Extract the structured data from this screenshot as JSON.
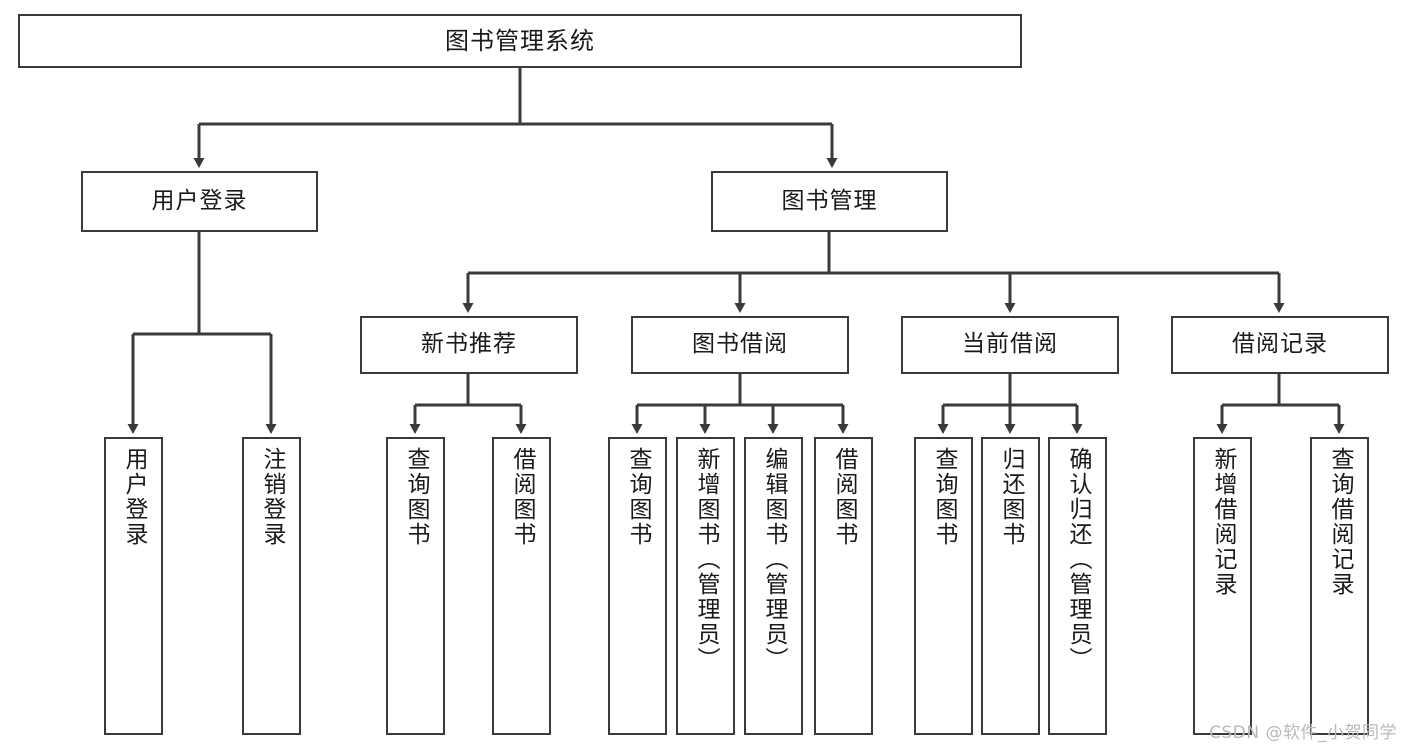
{
  "diagram": {
    "title": "图书管理系统",
    "type": "hierarchy-tree",
    "watermark": "CSDN @软件_小贺同学",
    "colors": {
      "box_border": "#3a3a3a",
      "box_fill": "#ffffff",
      "connector": "#3a3a3a",
      "text": "#1a1a1a",
      "watermark": "#b9b9b9"
    },
    "root": {
      "label": "图书管理系统"
    },
    "level2": [
      {
        "label": "用户登录"
      },
      {
        "label": "图书管理"
      }
    ],
    "level3": [
      {
        "label": "新书推荐"
      },
      {
        "label": "图书借阅"
      },
      {
        "label": "当前借阅"
      },
      {
        "label": "借阅记录"
      }
    ],
    "leaves": {
      "user_login": [
        {
          "label": "用户登录"
        },
        {
          "label": "注销登录"
        }
      ],
      "new_book_recommend": [
        {
          "label": "查询图书"
        },
        {
          "label": "借阅图书"
        }
      ],
      "book_borrow": [
        {
          "label": "查询图书"
        },
        {
          "label": "新增图书（管理员）"
        },
        {
          "label": "编辑图书（管理员）"
        },
        {
          "label": "借阅图书"
        }
      ],
      "current_borrow": [
        {
          "label": "查询图书"
        },
        {
          "label": "归还图书"
        },
        {
          "label": "确认归还（管理员）"
        }
      ],
      "borrow_record": [
        {
          "label": "新增借阅记录"
        },
        {
          "label": "查询借阅记录"
        }
      ]
    }
  }
}
